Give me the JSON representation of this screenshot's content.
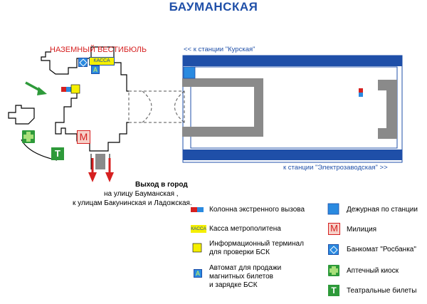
{
  "title": "БАУМАНСКАЯ",
  "vestibule_label": "НАЗЕМНЫЙ ВЕСТИБЮЛЬ",
  "direction_top": "<< к станции \"Курская\"",
  "direction_bottom": "к станции \"Электрозаводская\" >>",
  "exit": {
    "heading": "Выход в город",
    "line1": "на улицу Бауманская ,",
    "line2": "к улицам Бакунинская и Ладожская."
  },
  "map_icons": {
    "kassa_text": "КАССА",
    "automat_letter": "А",
    "police_letter": "М",
    "theatre_letter": "Т"
  },
  "legend": {
    "emergency": "Колонна экстренного вызова",
    "kassa": "Касса метрополитена",
    "kassa_icon_text": "КАССА",
    "info_terminal_1": "Информационный терминал",
    "info_terminal_2": "для проверки БСК",
    "automat_1": "Автомат для продажи",
    "automat_2": "магнитных билетов",
    "automat_3": "и зарядке БСК",
    "automat_letter": "А",
    "duty": "Дежурная по станции",
    "police": "Милиция",
    "police_letter": "М",
    "atm": "Банкомат \"Росбанка\"",
    "pharmacy": "Аптечный киоск",
    "theatre": "Театральные билеты",
    "theatre_letter": "Т"
  },
  "colors": {
    "blue": "#1f4fa8",
    "grey": "#8a8a8a",
    "red": "#d62020",
    "yellow": "#f5ef00",
    "green": "#2e9a3a",
    "light_blue": "#2a8ae0"
  }
}
